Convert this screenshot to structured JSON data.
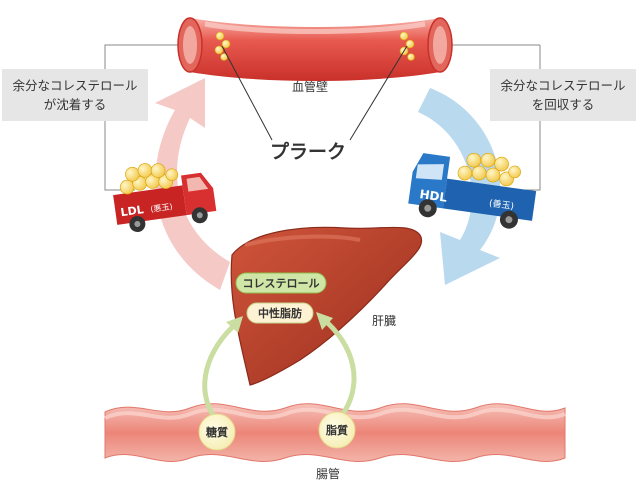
{
  "vessel_label": "血管壁",
  "plaque_label": "プラーク",
  "liver_label": "肝臓",
  "intestine_label": "腸管",
  "left_callout": [
    "余分なコレステロール",
    "が沈着する"
  ],
  "right_callout": [
    "余分なコレステロール",
    "を回収する"
  ],
  "ldl_truck": {
    "label": "LDL",
    "tag": "(悪玉)"
  },
  "hdl_truck": {
    "label": "HDL",
    "tag": "(善玉)"
  },
  "liver_pills": {
    "cholesterol": "コレステロール",
    "neutral_fat": "中性脂肪"
  },
  "intestine_nutrients": {
    "sugar": "糖質",
    "fat": "脂質"
  },
  "colors": {
    "ldl": "#d42b2b",
    "hdl": "#2a78c8",
    "liver": "#b8402a",
    "vessel": "#e0534a"
  }
}
